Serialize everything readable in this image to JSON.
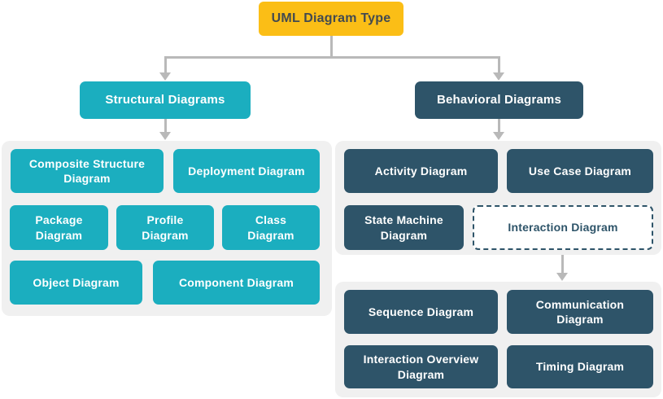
{
  "title_node": {
    "label": "UML Diagram Type"
  },
  "structural": {
    "label": "Structural Diagrams",
    "items": [
      "Composite Structure Diagram",
      "Deployment Diagram",
      "Package Diagram",
      "Profile Diagram",
      "Class Diagram",
      "Object Diagram",
      "Component Diagram"
    ]
  },
  "behavioral": {
    "label": "Behavioral Diagrams",
    "items": [
      "Activity Diagram",
      "Use Case Diagram",
      "State Machine Diagram",
      "Interaction Diagram"
    ]
  },
  "interaction": {
    "items": [
      "Sequence Diagram",
      "Communication Diagram",
      "Interaction Overview Diagram",
      "Timing Diagram"
    ]
  },
  "colors": {
    "root_bg": "#FBBE16",
    "root_text": "#434A50",
    "teal": "#1BAEBF",
    "navy": "#2E5469",
    "panel_bg": "#F0F0F0",
    "connector": "#B9B9B9"
  }
}
